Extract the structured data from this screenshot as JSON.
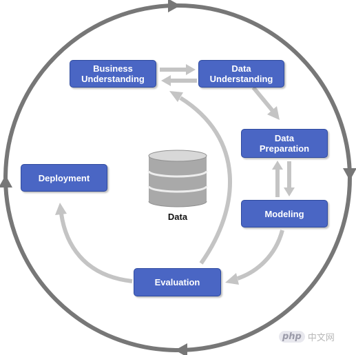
{
  "phases": {
    "business_understanding": "Business\nUnderstanding",
    "data_understanding": "Data\nUnderstanding",
    "data_preparation": "Data\nPreparation",
    "modeling": "Modeling",
    "evaluation": "Evaluation",
    "deployment": "Deployment"
  },
  "center": {
    "label": "Data"
  },
  "watermark": {
    "logo": "php",
    "text": "中文网"
  },
  "colors": {
    "box_fill": "#4a66c4",
    "box_border": "#2e4a9e",
    "outer_cycle": "#777777",
    "inner_arrows": "#c4c4c4",
    "database": "#a9a9a9"
  }
}
